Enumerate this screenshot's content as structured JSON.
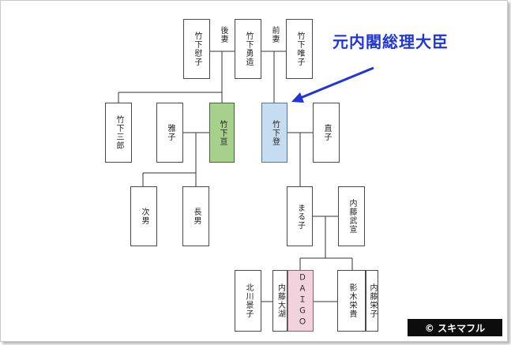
{
  "annotation": {
    "text": "元内閣総理大臣",
    "color": "#1f35d8"
  },
  "credit": {
    "text": "© スキマフル"
  },
  "relations": {
    "second_wife": "後妻",
    "first_wife": "前妻"
  },
  "people": {
    "takeshita_hiroko": "竹下慰子",
    "takeshita_isamuzo": "竹下勇造",
    "takeshita_yuiko": "竹下唯子",
    "takeshita_saburo": "竹下三郎",
    "masako": "雅子",
    "takeshita_wataru": "竹下亘",
    "takeshita_noboru": "竹下登",
    "naoko": "直子",
    "jinan": "次男",
    "chonan": "長男",
    "maruko": "まる子",
    "naito_takenobu": "内藤武宣",
    "kitagawa_keiko": "北川景子",
    "naito_daigo": "内藤大湖",
    "daigo": "ＤＡＩＧＯ",
    "kageki_eiki": "影木栄貴",
    "naito_eiko": "内藤栄子"
  },
  "colors": {
    "takeshita_wataru": "#a8d08d",
    "takeshita_noboru": "#c6dcf0",
    "daigo": "#f2d3dd",
    "arrow": "#1f35d8"
  }
}
